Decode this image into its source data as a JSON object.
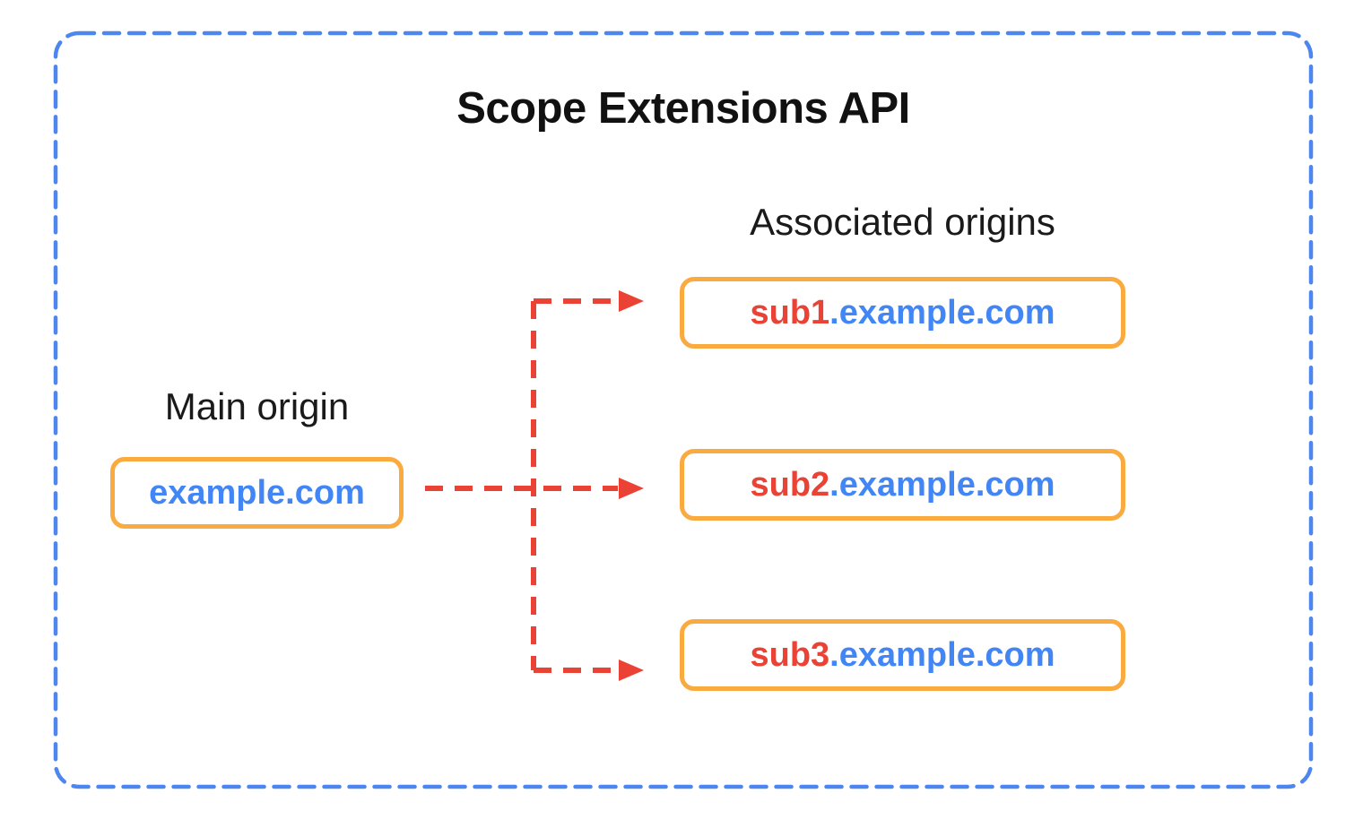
{
  "diagram": {
    "title": "Scope Extensions API",
    "main_origin": {
      "label": "Main origin",
      "domain": "example.com"
    },
    "associated": {
      "label": "Associated origins",
      "origins": [
        {
          "prefix": "sub1",
          "rest": ".example.com"
        },
        {
          "prefix": "sub2",
          "rest": ".example.com"
        },
        {
          "prefix": "sub3",
          "rest": ".example.com"
        }
      ]
    },
    "colors": {
      "border_blue": "#4C86EE",
      "box_orange": "#FAAB40",
      "arrow_red": "#EA4335",
      "text_blue": "#4285F4",
      "text_red": "#EA4335"
    }
  }
}
